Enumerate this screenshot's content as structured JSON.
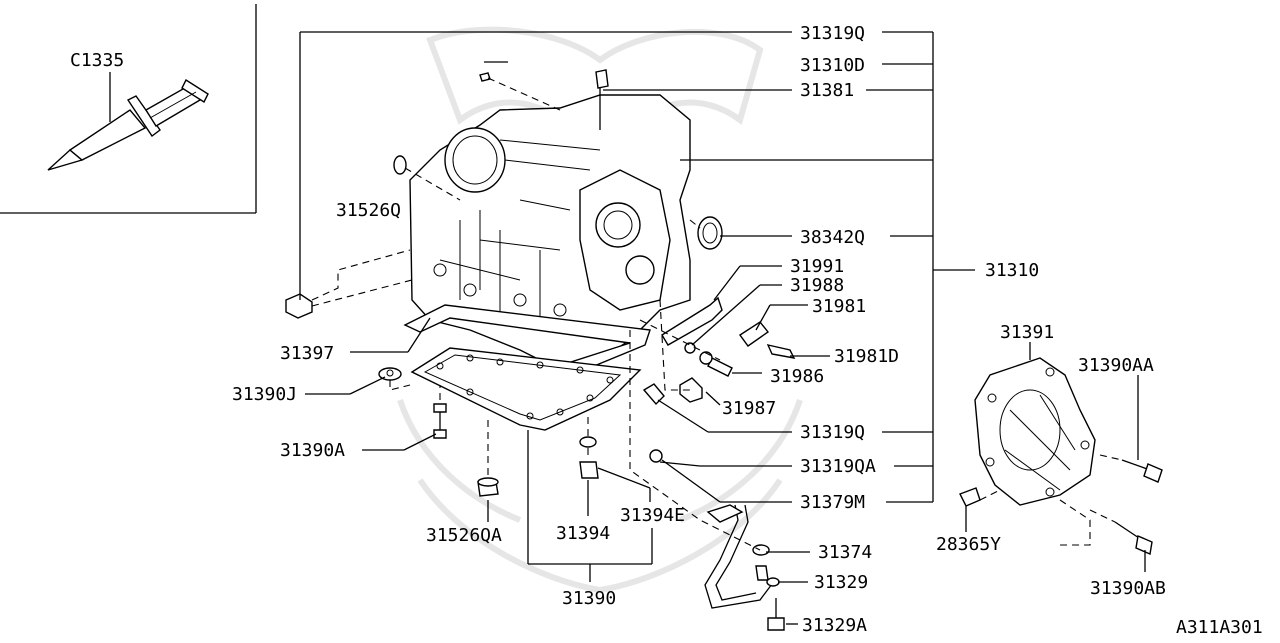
{
  "diagram": {
    "code": "A311A301",
    "inset_part": "C1335",
    "callouts": [
      {
        "id": "c1",
        "text": "31319Q"
      },
      {
        "id": "c2",
        "text": "31310D"
      },
      {
        "id": "c3",
        "text": "31381"
      },
      {
        "id": "c4",
        "text": "31526Q"
      },
      {
        "id": "c5",
        "text": "38342Q"
      },
      {
        "id": "c6",
        "text": "31310"
      },
      {
        "id": "c7",
        "text": "31991"
      },
      {
        "id": "c8",
        "text": "31988"
      },
      {
        "id": "c9",
        "text": "31981"
      },
      {
        "id": "c10",
        "text": "31397"
      },
      {
        "id": "c11",
        "text": "31981D"
      },
      {
        "id": "c12",
        "text": "31986"
      },
      {
        "id": "c13",
        "text": "31390J"
      },
      {
        "id": "c14",
        "text": "31987"
      },
      {
        "id": "c15",
        "text": "31391"
      },
      {
        "id": "c16",
        "text": "31390AA"
      },
      {
        "id": "c17",
        "text": "31390A"
      },
      {
        "id": "c18",
        "text": "31319Q"
      },
      {
        "id": "c19",
        "text": "31319QA"
      },
      {
        "id": "c20",
        "text": "31379M"
      },
      {
        "id": "c21",
        "text": "31394E"
      },
      {
        "id": "c22",
        "text": "31526QA"
      },
      {
        "id": "c23",
        "text": "31394"
      },
      {
        "id": "c24",
        "text": "28365Y"
      },
      {
        "id": "c25",
        "text": "31374"
      },
      {
        "id": "c26",
        "text": "31329"
      },
      {
        "id": "c27",
        "text": "31390AB"
      },
      {
        "id": "c28",
        "text": "31390"
      },
      {
        "id": "c29",
        "text": "31329A"
      }
    ]
  }
}
